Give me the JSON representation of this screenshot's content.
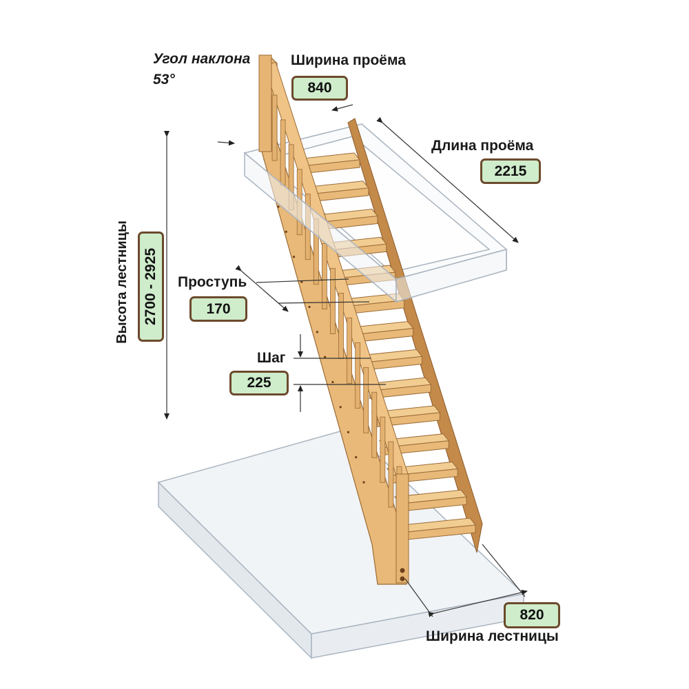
{
  "labels": {
    "angle_title": "Угол наклона",
    "angle_value": "53°",
    "opening_width": "Ширина проёма",
    "opening_length": "Длина проёма",
    "stair_height": "Высота лестницы",
    "tread": "Проступь",
    "step": "Шаг",
    "stair_width": "Ширина лестницы"
  },
  "values": {
    "opening_width": "840",
    "opening_length": "2215",
    "stair_height": "2700 - 2925",
    "tread": "170",
    "step": "225",
    "stair_width": "820"
  },
  "colors": {
    "wood": "#e8b978",
    "wood_dark": "#c48a4a",
    "badge_fill": "#cfeccb",
    "badge_border": "#6b4a2c",
    "glass_edge": "#a9b4bf"
  },
  "stair": {
    "steps": 14
  }
}
